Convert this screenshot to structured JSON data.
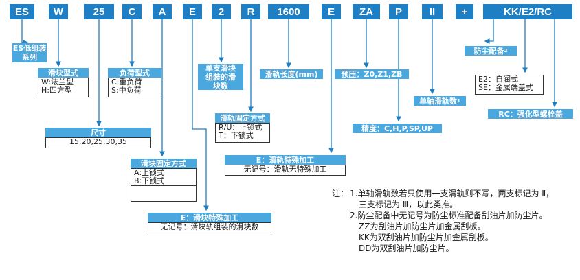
{
  "codes": [
    "ES",
    "W",
    "25",
    "C",
    "A",
    "E",
    "2",
    "R",
    "1600",
    "E",
    "ZA",
    "P",
    "II",
    "+",
    "KK/E2/RC"
  ],
  "series": {
    "title": "ES低组装系列"
  },
  "block_type": {
    "title": "滑块型式",
    "items": [
      "W:法兰型",
      "H:四方型"
    ]
  },
  "load_type": {
    "title": "负荷型式",
    "items": [
      "C:重负荷",
      "S:中负荷"
    ]
  },
  "size": {
    "title": "尺寸",
    "value": "15,20,25,30,35"
  },
  "block_fixing": {
    "title": "滑块固定方式",
    "items": [
      "A:上锁式",
      "B:下锁式"
    ]
  },
  "block_special": {
    "title": "E：滑块特殊加工",
    "items": [
      "无记号：滑块轨组装的滑块数"
    ]
  },
  "blocks_per_rail": {
    "title": "单支滑块组装的滑块数"
  },
  "rail_fixing": {
    "title": "滑轨固定方式",
    "items": [
      "R/U：上锁式",
      "T：下锁式"
    ]
  },
  "rail_length": {
    "title": "滑轨长度(mm)"
  },
  "rail_special": {
    "title": "E：滑轨特殊加工",
    "items": [
      "无记号：滑轨无特殊加工"
    ]
  },
  "preload": {
    "title": "预压：Z0,Z1,ZB"
  },
  "precision": {
    "title": "精度：C,H,P,SP,UP"
  },
  "rail_count": {
    "title": "单轴滑轨数",
    "sup": "1"
  },
  "dust": {
    "title": "防尘配备",
    "sup": "2",
    "items": [
      "E2：自润式",
      "SE：金属端盖式"
    ]
  },
  "rc": {
    "title": "RC：强化型螺栓盖"
  },
  "notes": {
    "prefix": "注：",
    "lines": [
      "1.单轴滑轨数若只使用一支滑轨则不写，两支标记为 Ⅱ，",
      "三支标记为 Ⅲ，以此类推。",
      "2.防尘配备中无记号为防尘标准配备刮油片加防尘片。",
      "ZZ为刮油片加防尘片加金属刮板。",
      "KK为双刮油片加防尘片加金属刮板。",
      "DD为双刮油片加防尘片。"
    ]
  },
  "colors": {
    "code_bg": "#1e7fc4",
    "header_bg": "#4aa8df",
    "line": "#1e7fc4"
  }
}
